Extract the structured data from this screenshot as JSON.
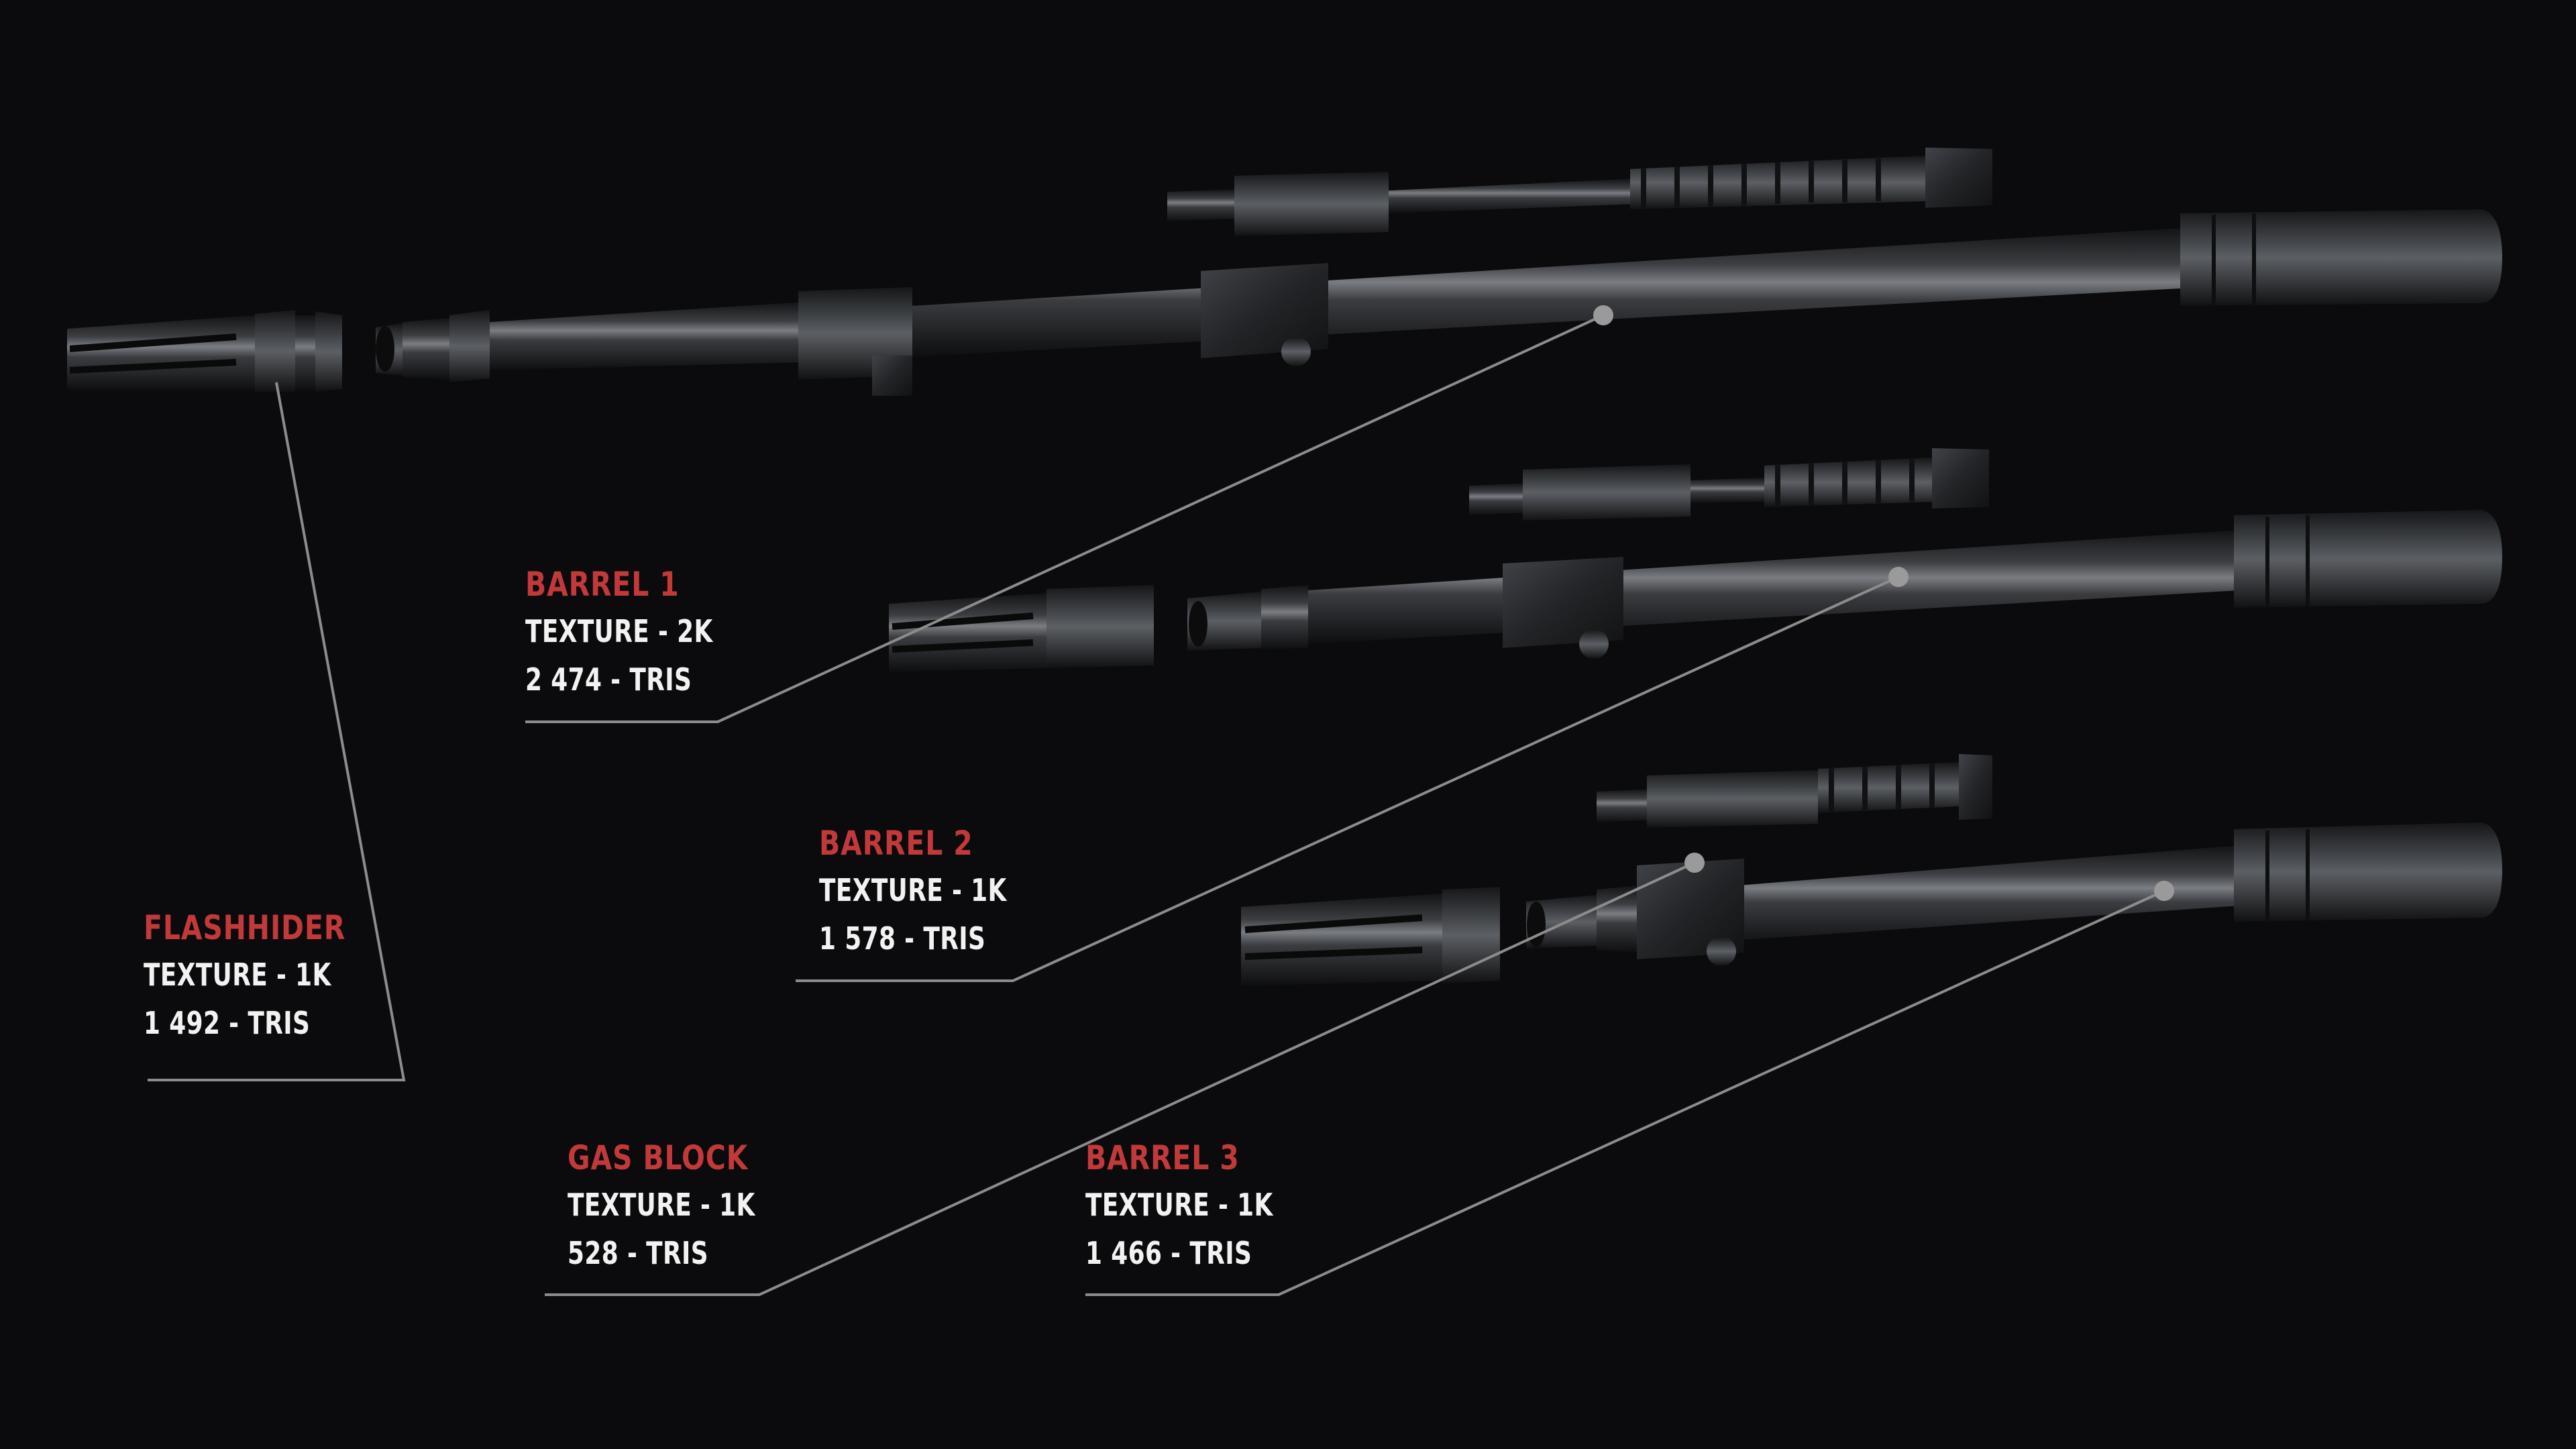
{
  "colors": {
    "background": "#0b0a0c",
    "accent": "#c2393a",
    "text": "#f2f2f2",
    "leader": "#8c8c8c",
    "metal_dark": "#17181a",
    "metal_mid": "#34363a",
    "metal_light": "#6a6d72"
  },
  "callouts": {
    "flashhider": {
      "title": "FLASHHIDER",
      "texture": "TEXTURE - 1K",
      "tris": "1 492 - TRIS"
    },
    "barrel_1": {
      "title": "BARREL 1",
      "texture": "TEXTURE - 2K",
      "tris": "2 474 - TRIS"
    },
    "barrel_2": {
      "title": "BARREL 2",
      "texture": "TEXTURE - 1K",
      "tris": "1 578 - TRIS"
    },
    "gas_block": {
      "title": "GAS BLOCK",
      "texture": "TEXTURE - 1K",
      "tris": "528 - TRIS"
    },
    "barrel_3": {
      "title": "BARREL 3",
      "texture": "TEXTURE - 1K",
      "tris": "1 466 - TRIS"
    }
  }
}
